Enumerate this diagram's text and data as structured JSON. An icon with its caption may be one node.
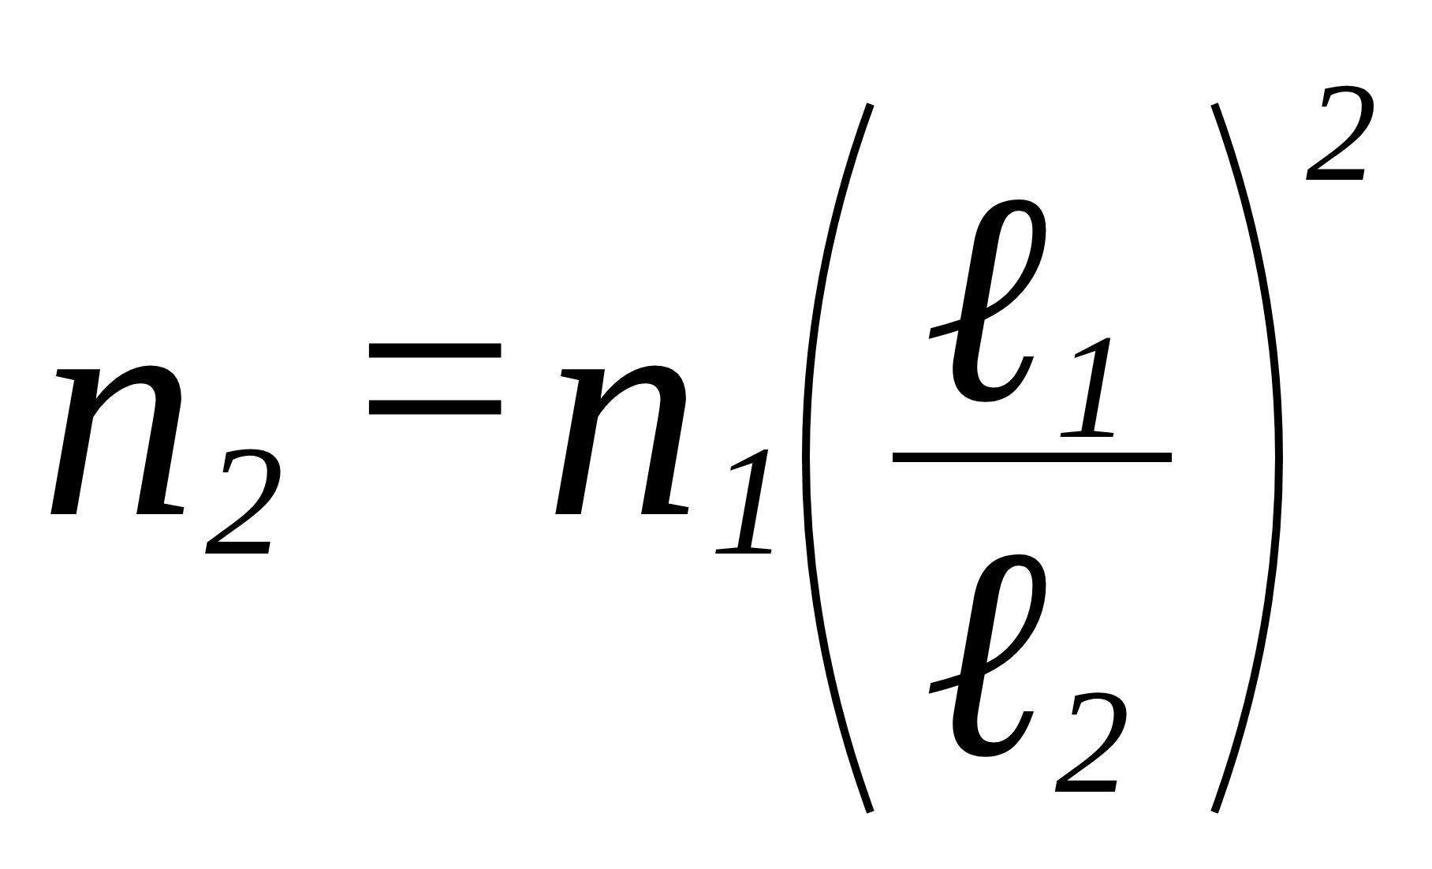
{
  "diagram": {
    "labels": [
      "n$_{2}$",
      "=",
      "n$_{1}$",
      "ℓ$_{1}$",
      "ℓ$_{2}$",
      "2"
    ]
  }
}
